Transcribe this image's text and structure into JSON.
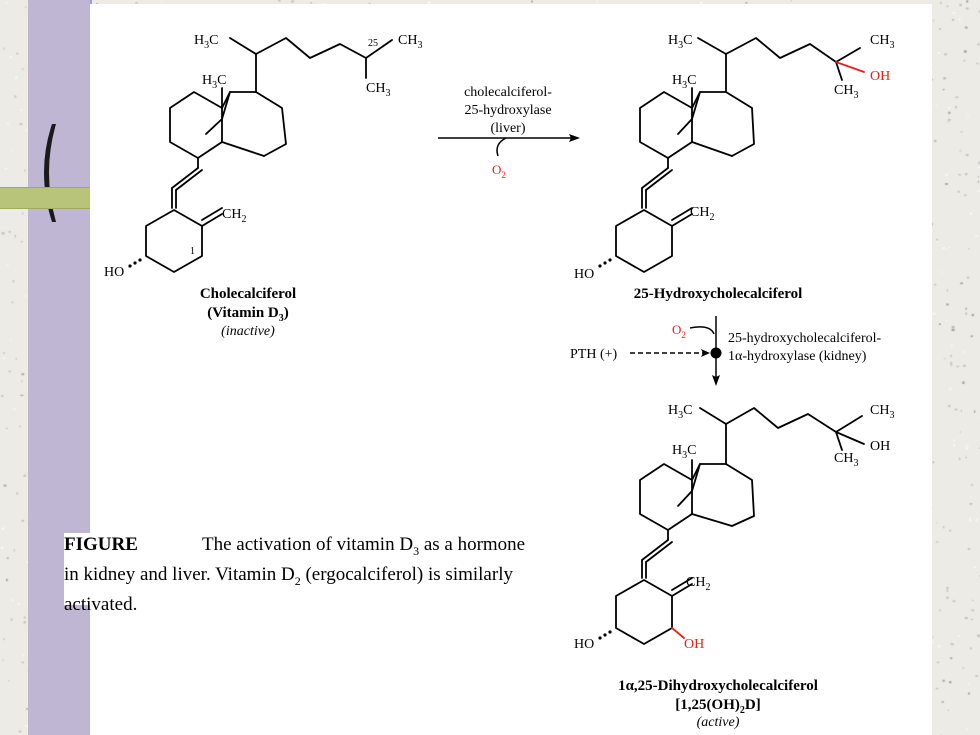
{
  "step1": {
    "enzyme_line1": "cholecalciferol-",
    "enzyme_line2": "25-hydroxylase",
    "enzyme_line3": "(liver)",
    "cofactor": "O",
    "cofactor_sub": "2"
  },
  "step2": {
    "cofactor": "O",
    "cofactor_sub": "2",
    "enzyme_line1": "25-hydroxycholecalciferol-",
    "enzyme_line2": "1α-hydroxylase (kidney)",
    "regulator": "PTH (+)"
  },
  "compound1": {
    "name": "Cholecalciferol",
    "alias": "(Vitamin D",
    "alias_sub": "3",
    "alias_end": ")",
    "status": "(inactive)",
    "c25_label": "25",
    "c1_label": "1"
  },
  "compound2": {
    "name": "25-Hydroxycholecalciferol"
  },
  "compound3": {
    "name": "1α,25-Dihydroxycholecalciferol",
    "alias": "[1,25(OH)",
    "alias_sub": "2",
    "alias_end": "D]",
    "status": "(active)"
  },
  "atoms": {
    "h3c": "H",
    "h3c_sub": "3",
    "h3c_end": "C",
    "ch3": "CH",
    "ch3_sub": "3",
    "ch2": "CH",
    "ch2_sub": "2",
    "ho": "HO",
    "oh": "OH"
  },
  "caption": {
    "title": "FIGURE",
    "line1_a": "The activation of vitamin D",
    "line1_sub": "3",
    "line1_b": " as a hormone",
    "line2_a": "in kidney and liver. Vitamin D",
    "line2_sub": "2",
    "line2_b": " (ergocalciferol) is similarly",
    "line3": "activated."
  },
  "colors": {
    "highlight": "#e8201c",
    "ink": "#000000",
    "sidebar": "#bfb6d4",
    "band": "#b7c47a"
  }
}
